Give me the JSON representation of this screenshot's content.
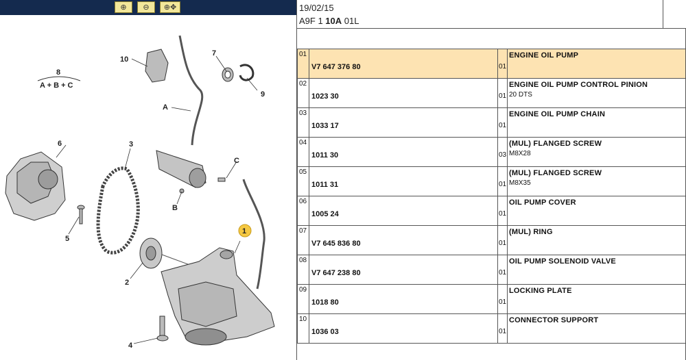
{
  "toolbar": {
    "buttons": [
      {
        "name": "zoom-in-button",
        "glyph": "⊕"
      },
      {
        "name": "zoom-out-button",
        "glyph": "⊖"
      },
      {
        "name": "zoom-pan-button",
        "glyph": "⊕✥"
      }
    ]
  },
  "diagram": {
    "callouts": {
      "c1": "1",
      "c2": "2",
      "c3": "3",
      "c4": "4",
      "c5": "5",
      "c6": "6",
      "c7": "7",
      "c8": "8",
      "c9": "9",
      "c10": "10",
      "cA": "A",
      "cB": "B",
      "cC": "C"
    },
    "formula": "A + B + C"
  },
  "header": {
    "date": "19/02/15",
    "code_prefix": "A9F 1 ",
    "code_bold": "10A",
    "code_suffix": " 01L"
  },
  "parts": [
    {
      "no": "01",
      "ref": "V7 647 376 80",
      "qty": "01",
      "desc": "ENGINE OIL PUMP",
      "sub": "",
      "selected": true
    },
    {
      "no": "02",
      "ref": "1023 30",
      "qty": "01",
      "desc": "ENGINE OIL PUMP CONTROL PINION",
      "sub": "20 DTS",
      "selected": false
    },
    {
      "no": "03",
      "ref": "1033 17",
      "qty": "01",
      "desc": "ENGINE OIL PUMP CHAIN",
      "sub": "",
      "selected": false
    },
    {
      "no": "04",
      "ref": "1011 30",
      "qty": "03",
      "desc": "(MUL) FLANGED SCREW",
      "sub": "M8X28",
      "selected": false
    },
    {
      "no": "05",
      "ref": "1011 31",
      "qty": "01",
      "desc": "(MUL) FLANGED SCREW",
      "sub": "M8X35",
      "selected": false
    },
    {
      "no": "06",
      "ref": "1005 24",
      "qty": "01",
      "desc": "OIL PUMP COVER",
      "sub": "",
      "selected": false
    },
    {
      "no": "07",
      "ref": "V7 645 836 80",
      "qty": "01",
      "desc": "(MUL) RING",
      "sub": "",
      "selected": false
    },
    {
      "no": "08",
      "ref": "V7 647 238 80",
      "qty": "01",
      "desc": "OIL PUMP SOLENOID VALVE",
      "sub": "",
      "selected": false
    },
    {
      "no": "09",
      "ref": "1018 80",
      "qty": "01",
      "desc": "LOCKING PLATE",
      "sub": "",
      "selected": false
    },
    {
      "no": "10",
      "ref": "1036 03",
      "qty": "01",
      "desc": "CONNECTOR SUPPORT",
      "sub": "",
      "selected": false
    }
  ],
  "colors": {
    "toolbar_bg": "#142a4e",
    "button_bg": "#f2e79a",
    "selected_row": "#fde3b2",
    "callout_bubble": "#f5c842"
  }
}
